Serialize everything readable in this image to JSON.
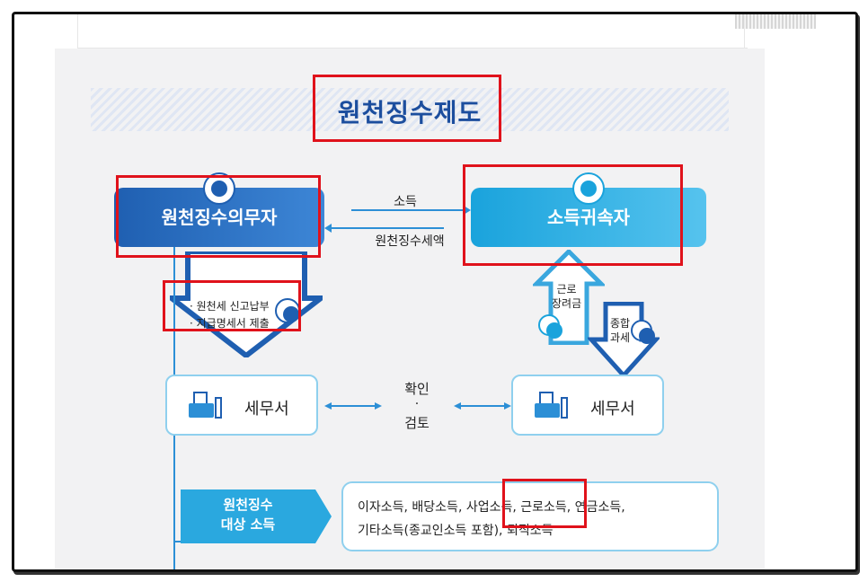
{
  "title": "원천징수제도",
  "withholder": {
    "label": "원천징수의무자",
    "icon": "head-gear-icon"
  },
  "earner": {
    "label": "소득귀속자",
    "icon": "person-icon"
  },
  "flows": {
    "income": "소득",
    "withholding_amount": "원천징수세액"
  },
  "obligations": {
    "line1": "· 원천세 신고납부",
    "line2": "· 지급명세서 제출"
  },
  "earner_flows": {
    "earned_credit": "근로\n장려금",
    "combined_tax": "종합\n과세"
  },
  "tax_office_left": "세무서",
  "tax_office_right": "세무서",
  "check_review": {
    "line1": "확인",
    "dot": "·",
    "line2": "검토"
  },
  "target": {
    "line1": "원천징수",
    "line2": "대상 소득"
  },
  "income_types": {
    "line1": "이자소득, 배당소득, 사업소득, 근로소득, 연금소득,",
    "line2": "기타소득(종교인소득 포함), 퇴직소득"
  },
  "colors": {
    "navy": "#1f5fb1",
    "cyan": "#1aa3dc",
    "highlight": "#e0121b"
  }
}
